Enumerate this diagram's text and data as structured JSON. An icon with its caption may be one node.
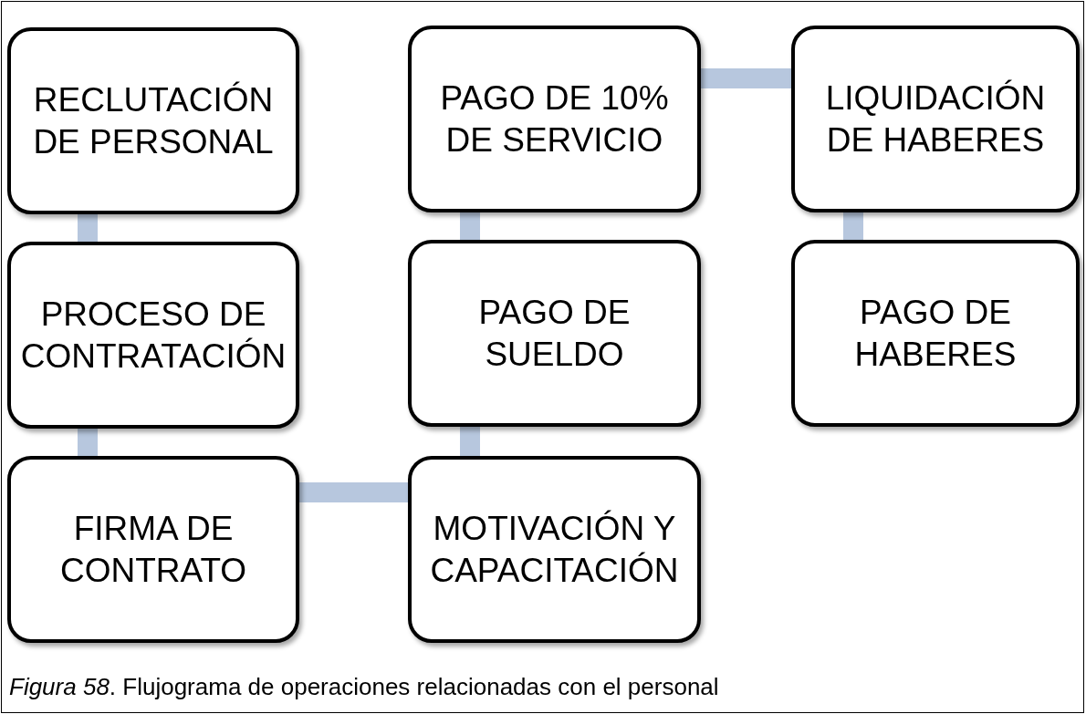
{
  "diagram": {
    "caption": "*Figura 58*. Flujograma de operaciones relacionadas con el personal",
    "nodes": [
      {
        "text": [
          "RECLUTACIÓN DE PERSONAL"
        ]
      },
      {
        "text": [
          "PROCESO DE CONTRATACIÓN"
        ]
      },
      {
        "text": [
          "FIRMA DE CONTRATO"
        ]
      },
      {
        "text": [
          "MOTIVACIÓN Y CAPACITACIÓN"
        ]
      },
      {
        "text": [
          "PAGO DE SUELDO"
        ]
      },
      {
        "text": [
          "PAGO DE 10% DE SERVICIO"
        ]
      },
      {
        "text": [
          "LIQUIDACIÓN DE HABERES"
        ]
      },
      {
        "text": [
          "PAGO DE HABERES"
        ]
      }
    ],
    "edges": [
      {
        "from": 0,
        "to": 1,
        "arrow": "none"
      },
      {
        "from": 1,
        "to": 2,
        "arrow": "none"
      },
      {
        "from": 2,
        "to": 3,
        "arrow": "none"
      },
      {
        "from": 3,
        "to": 4,
        "arrow": "none"
      },
      {
        "from": 4,
        "to": 5,
        "arrow": "none"
      },
      {
        "from": 5,
        "to": 6,
        "arrow": "none"
      },
      {
        "from": 6,
        "to": 7,
        "arrow": "none"
      }
    ]
  }
}
